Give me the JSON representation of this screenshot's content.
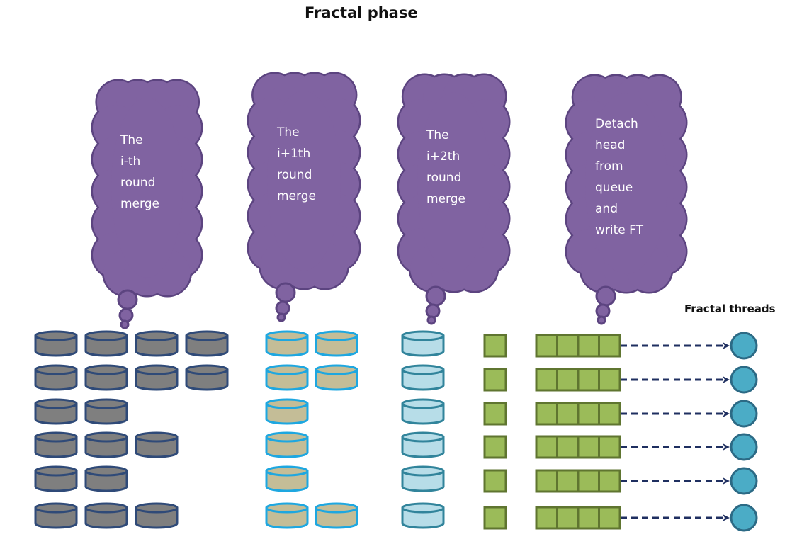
{
  "title": "Fractal phase",
  "threads_label": "Fractal threads",
  "colors": {
    "cloud_fill": "#8063a1",
    "cloud_stroke": "#5c4480",
    "gray_fill": "#7f7f7f",
    "gray_stroke": "#2f4a78",
    "tan_fill": "#c4bd97",
    "tan_stroke": "#1ea7e0",
    "lightblue_fill": "#b7dde8",
    "lightblue_stroke": "#31849b",
    "green_fill": "#9bbb59",
    "green_stroke": "#5f7530",
    "thread_fill": "#4bacc6",
    "thread_stroke": "#2c6a85",
    "arrow": "#1f2f60"
  },
  "clouds": [
    {
      "lines": [
        "The",
        "i-th",
        "round",
        "merge"
      ]
    },
    {
      "lines": [
        "The",
        "i+1th",
        "round",
        "merge"
      ]
    },
    {
      "lines": [
        "The",
        "i+2th",
        "round",
        "merge"
      ]
    },
    {
      "lines": [
        "Detach",
        "head",
        "from",
        "queue",
        "and",
        "write FT"
      ]
    }
  ],
  "gray_rows": [
    4,
    4,
    2,
    3,
    2,
    3
  ],
  "tan_rows": [
    2,
    2,
    1,
    1,
    1,
    2
  ],
  "lightblue_rows": [
    1,
    1,
    1,
    1,
    1,
    1
  ],
  "green_square_rows": 6,
  "green_bar_cells": 4,
  "thread_rows": 6
}
